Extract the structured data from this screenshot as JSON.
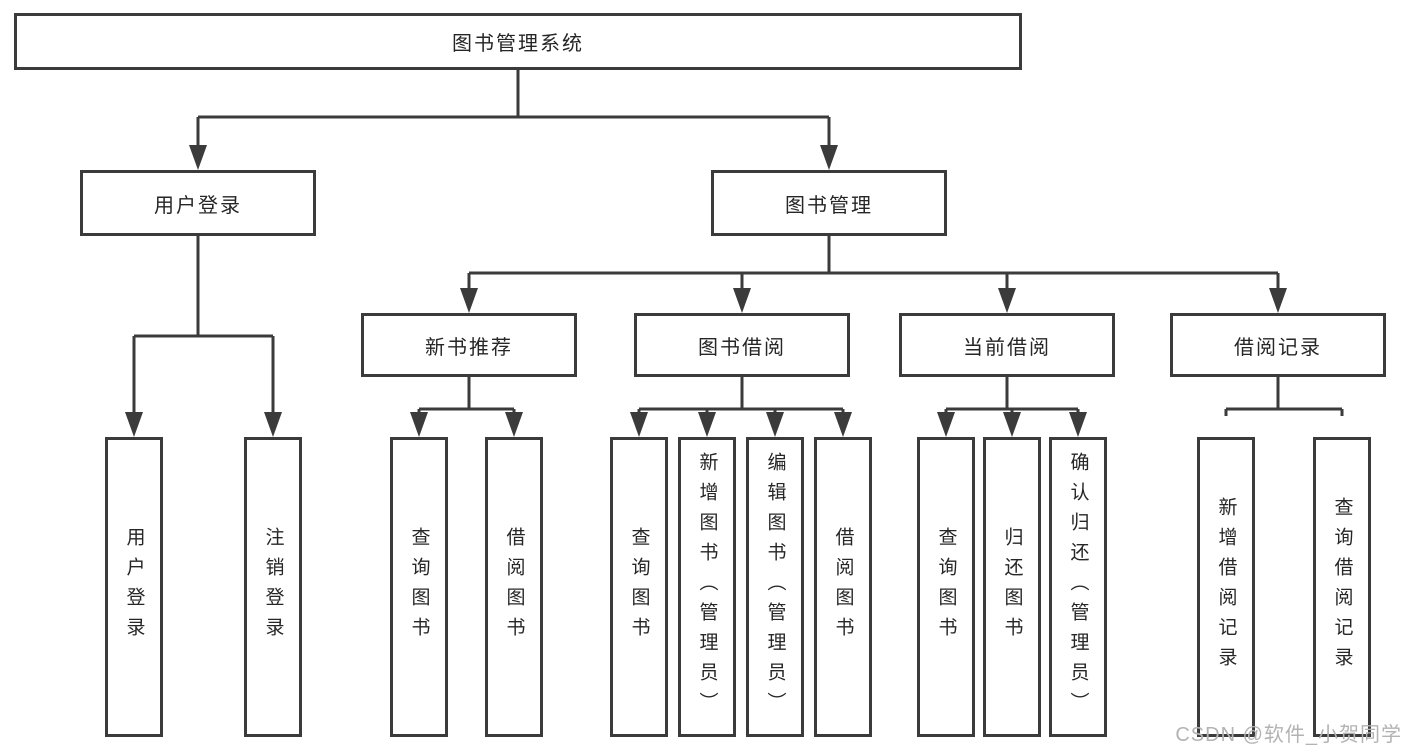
{
  "page": {
    "background_color": "#ffffff",
    "line_color": "#3b3b3b",
    "text_color": "#262626",
    "watermark_color": "#b3b3b3"
  },
  "watermark": "CSDN @软件_小贺同学",
  "tree": {
    "root": {
      "label": "图书管理系统"
    },
    "branches": [
      {
        "label": "用户登录",
        "children": [
          {
            "label": "用户登录"
          },
          {
            "label": "注销登录"
          }
        ]
      },
      {
        "label": "图书管理",
        "children": [
          {
            "label": "新书推荐",
            "children": [
              {
                "label": "查询图书"
              },
              {
                "label": "借阅图书"
              }
            ]
          },
          {
            "label": "图书借阅",
            "children": [
              {
                "label": "查询图书"
              },
              {
                "label": "新增图书（管理员）"
              },
              {
                "label": "编辑图书（管理员）"
              },
              {
                "label": "借阅图书"
              }
            ]
          },
          {
            "label": "当前借阅",
            "children": [
              {
                "label": "查询图书"
              },
              {
                "label": "归还图书"
              },
              {
                "label": "确认归还（管理员）"
              }
            ]
          },
          {
            "label": "借阅记录",
            "children": [
              {
                "label": "新增借阅记录"
              },
              {
                "label": "查询借阅记录"
              }
            ]
          }
        ]
      }
    ]
  }
}
